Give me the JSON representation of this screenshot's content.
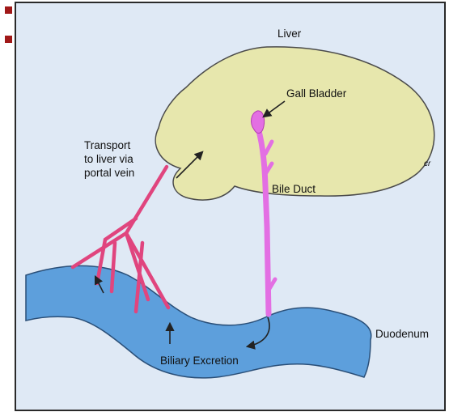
{
  "diagram": {
    "labels": {
      "liver": "Liver",
      "gall_bladder": "Gall Bladder",
      "transport_line1": "Transport",
      "transport_line2": "to liver via",
      "transport_line3": "portal vein",
      "bile_duct": "Bile Duct",
      "duodenum": "Duodenum",
      "biliary_excretion": "Biliary Excretion",
      "corner_mark": "cr"
    },
    "colors": {
      "frame_background": "#dfe9f5",
      "frame_border": "#2a2a2a",
      "liver_fill": "#e7e7ad",
      "liver_outline": "#4a4a4a",
      "duodenum_fill": "#5d9fdc",
      "duodenum_outline": "#2a4f78",
      "bile_duct": "#e36fe3",
      "portal_vessels": "#e0457e",
      "bullet": "#a01818",
      "arrows": "#222222"
    }
  }
}
